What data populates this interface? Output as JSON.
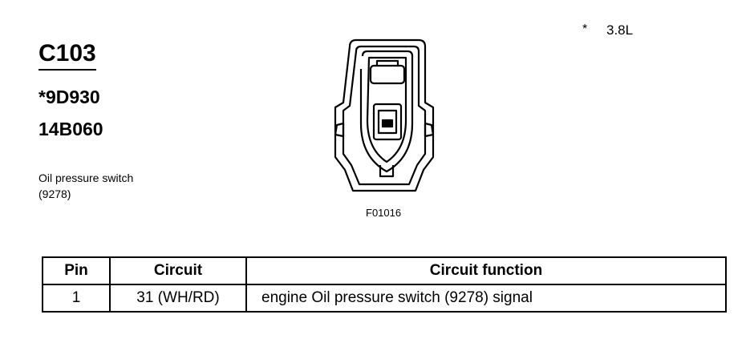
{
  "header": {
    "connector_id": "C103",
    "part_numbers": [
      "*9D930",
      "14B060"
    ],
    "description_lines": [
      "Oil pressure switch",
      "(9278)"
    ],
    "footnote_marker": "*",
    "footnote_text": "3.8L"
  },
  "figure": {
    "reference": "F01016",
    "icon": "connector-face-icon"
  },
  "table": {
    "headers": [
      "Pin",
      "Circuit",
      "Circuit function"
    ],
    "rows": [
      {
        "pin": "1",
        "circuit": "31 (WH/RD)",
        "function": "engine Oil pressure switch (9278) signal"
      }
    ]
  }
}
